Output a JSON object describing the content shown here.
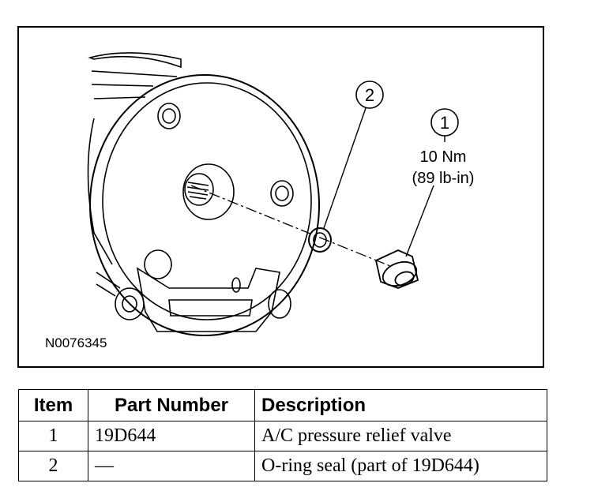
{
  "figure": {
    "id_label": "N0076345",
    "callouts": [
      {
        "number": "1",
        "torque_line1": "10 Nm",
        "torque_line2": "(89 lb-in)"
      },
      {
        "number": "2"
      }
    ]
  },
  "table": {
    "headers": [
      "Item",
      "Part Number",
      "Description"
    ],
    "rows": [
      {
        "item": "1",
        "part_number": "19D644",
        "description": "A/C pressure relief valve"
      },
      {
        "item": "2",
        "part_number": "—",
        "description": "O-ring seal (part of 19D644)"
      }
    ]
  }
}
